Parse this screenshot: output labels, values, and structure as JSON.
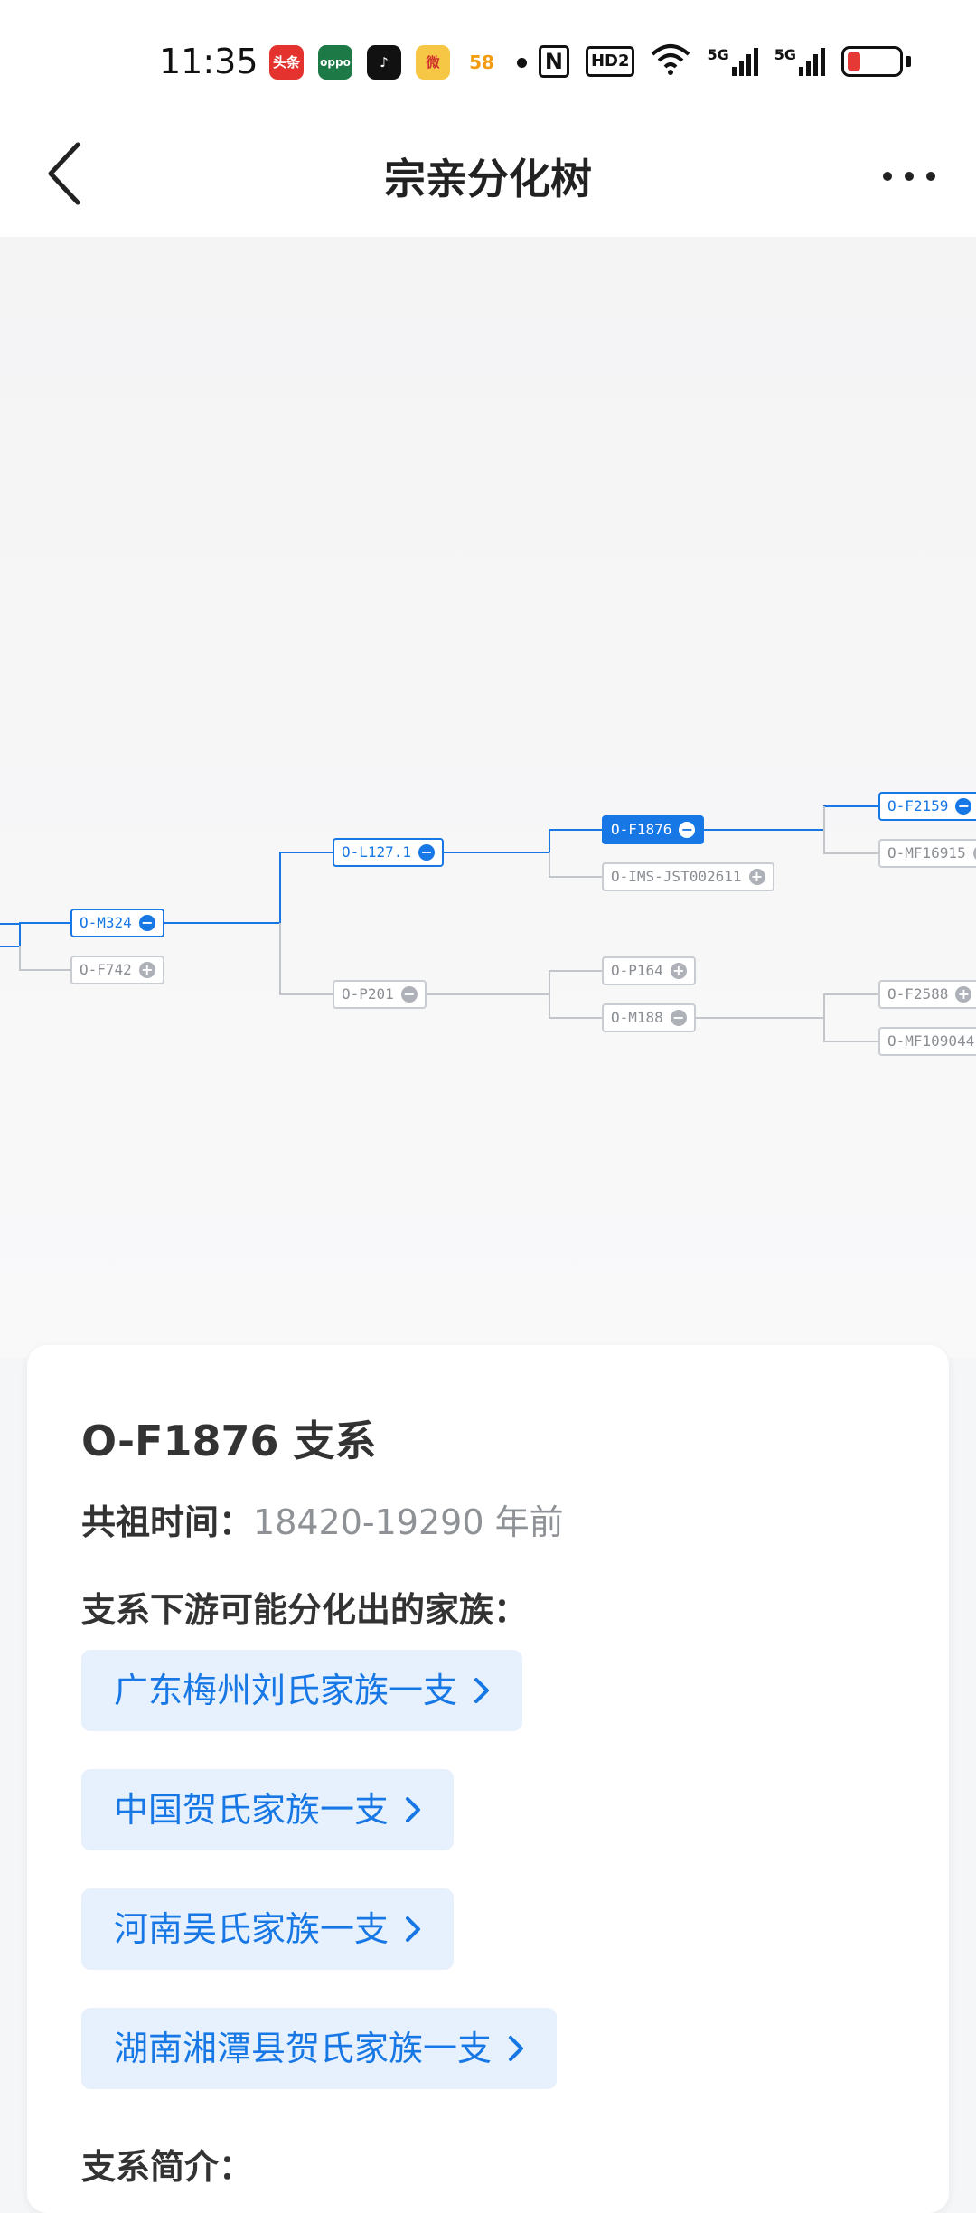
{
  "status_bar": {
    "time": "11:35",
    "apps": [
      {
        "icon": "toutiao-icon",
        "label": "头条",
        "color": "#e4332f"
      },
      {
        "icon": "oppo-icon",
        "label": "oppo",
        "color": "#1d7a47"
      },
      {
        "icon": "tiktok-icon",
        "label": "♪",
        "color": "#111111"
      },
      {
        "icon": "weibo-icon",
        "label": "微",
        "color": "#f6c645"
      },
      {
        "icon": "58-icon",
        "label": "58",
        "color": "#ffffff"
      }
    ],
    "system": {
      "nfc": "N",
      "hd": "HD2",
      "signal1": "5G",
      "signal2": "5G"
    }
  },
  "header": {
    "title": "宗亲分化树"
  },
  "tree": {
    "nodes": {
      "m324": "O-M324",
      "f742": "O-F742",
      "l127": "O-L127.1",
      "p201": "O-P201",
      "f1876": "O-F1876",
      "ims": "O-IMS-JST002611",
      "p164": "O-P164",
      "m188": "O-M188",
      "f2159": "O-F2159",
      "mf16915": "O-MF16915",
      "f2588": "O-F2588",
      "mf109044": "O-MF109044"
    },
    "colors": {
      "active": "#1677e5",
      "inactive": "#c9cdd2"
    }
  },
  "card": {
    "title": "O-F1876 支系",
    "ancestor_label": "共祖时间：",
    "ancestor_value": "18420-19290 年前",
    "downstream_label": "支系下游可能分化出的家族：",
    "families": [
      "广东梅州刘氏家族一支",
      "中国贺氏家族一支",
      "河南吴氏家族一支",
      "湖南湘潭县贺氏家族一支"
    ],
    "intro_label": "支系简介："
  }
}
